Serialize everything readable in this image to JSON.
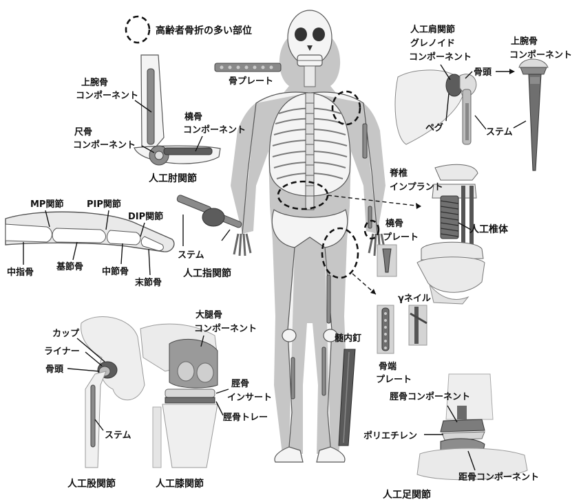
{
  "legend": {
    "text": "高齢者骨折の多い部位",
    "marker": "dashed-circle"
  },
  "labels": {
    "bone_plate": "骨プレート",
    "elbow_humerus_comp_1": "上腕骨",
    "elbow_humerus_comp_2": "コンポーネント",
    "elbow_ulna_comp_1": "尺骨",
    "elbow_ulna_comp_2": "コンポーネント",
    "elbow_radius_comp_1": "橈骨",
    "elbow_radius_comp_2": "コンポーネント",
    "elbow_title": "人工肘関節",
    "mp_joint": "MP関節",
    "pip_joint": "PIP関節",
    "dip_joint": "DIP関節",
    "metacarpal": "中指骨",
    "proximal_phalanx": "基節骨",
    "middle_phalanx": "中節骨",
    "distal_phalanx": "末節骨",
    "finger_stem": "ステム",
    "finger_title": "人工指関節",
    "shoulder_title": "人工肩関節",
    "glenoid_comp_1": "グレノイド",
    "glenoid_comp_2": "コンポーネント",
    "shoulder_head": "骨頭",
    "shoulder_peg": "ペグ",
    "shoulder_stem": "ステム",
    "humeral_comp_1": "上腕骨",
    "humeral_comp_2": "コンポーネント",
    "spine_implant_1": "脊椎",
    "spine_implant_2": "インプラント",
    "vertebral_body": "人工椎体",
    "radius_plate_1": "橈骨",
    "radius_plate_2": "プレート",
    "gamma_nail": "γネイル",
    "end_plate_1": "骨端",
    "end_plate_2": "プレート",
    "im_nail": "髄内釘",
    "hip_cup": "カップ",
    "hip_liner": "ライナー",
    "hip_head": "骨頭",
    "hip_stem": "ステム",
    "hip_title": "人工股関節",
    "femoral_comp_1": "大腿骨",
    "femoral_comp_2": "コンポーネント",
    "tibial_insert_1": "脛骨",
    "tibial_insert_2": "インサート",
    "tibial_tray": "脛骨トレー",
    "knee_title": "人工膝関節",
    "ankle_tibial_comp": "脛骨コンポーネント",
    "polyethylene": "ポリエチレン",
    "talar_comp": "距骨コンポーネント",
    "ankle_title": "人工足関節"
  }
}
